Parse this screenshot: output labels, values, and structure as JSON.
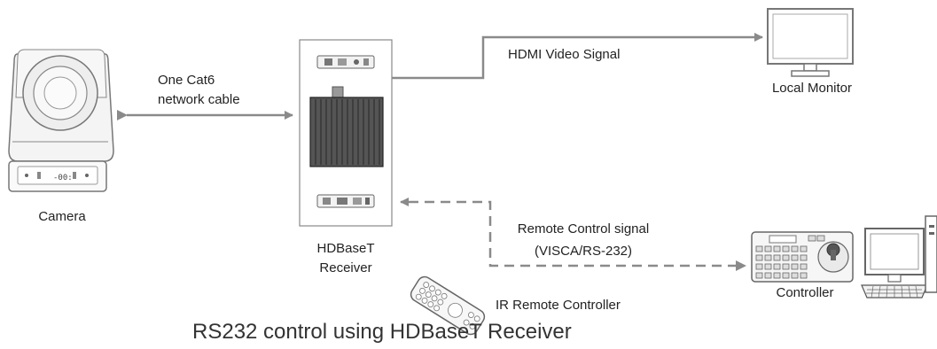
{
  "labels": {
    "camera": "Camera",
    "cable_line1": "One Cat6",
    "cable_line2": "network cable",
    "receiver_line1": "HDBaseT",
    "receiver_line2": "Receiver",
    "hdmi_signal": "HDMI Video Signal",
    "local_monitor": "Local Monitor",
    "remote_signal_line1": "Remote Control signal",
    "remote_signal_line2": "(VISCA/RS-232)",
    "controller": "Controller",
    "ir_remote": "IR Remote Controller"
  },
  "camera_panel_text": "-00:",
  "caption": "RS232 control using HDBaseT Receiver"
}
